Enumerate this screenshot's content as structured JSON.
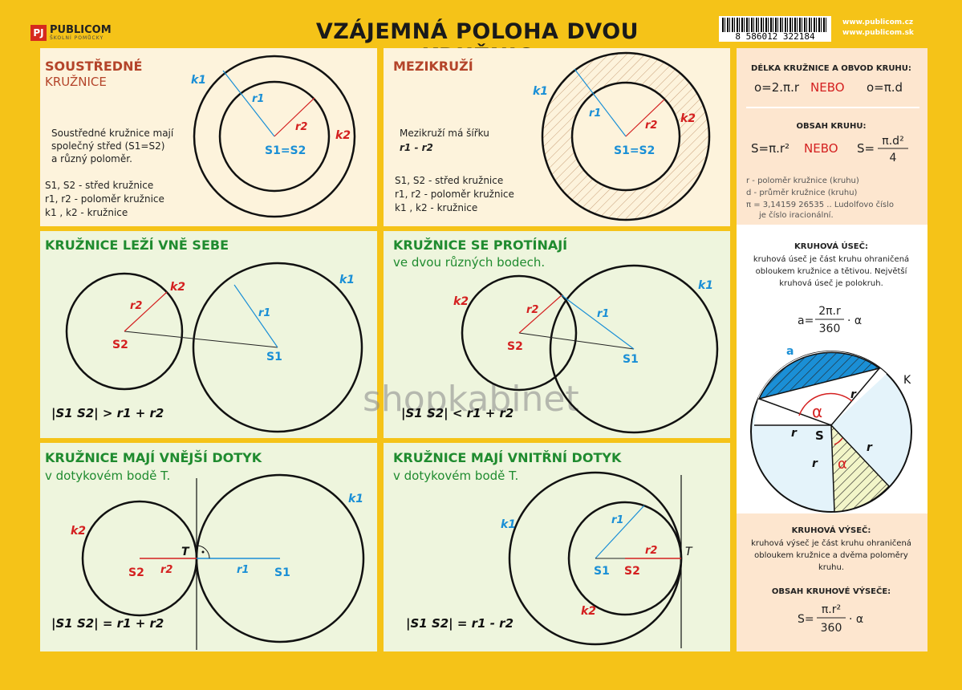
{
  "header": {
    "logo_mark": "PJ",
    "logo_name": "PUBLICOM",
    "logo_sub": "ŠKOLNÍ POMŮCKY",
    "title": "VZÁJEMNÁ POLOHA DVOU KRUŽNIC",
    "barcode": "8 586012 322184",
    "url1": "www.publicom.cz",
    "url2": "www.publicom.sk"
  },
  "soustredne": {
    "title1": "SOUSTŘEDNÉ",
    "title2": "KRUŽNICE",
    "desc1": "Soustředné kružnice mají",
    "desc2": "společný střed (S1=S2)",
    "desc3": "a různý poloměr.",
    "leg1": "S1, S2 - střed kružnice",
    "leg2": "r1, r2 - poloměr kružnice",
    "leg3": "k1 , k2 - kružnice",
    "k1": "k1",
    "k2": "k2",
    "r1": "r1",
    "r2": "r2",
    "center": "S1=S2"
  },
  "mezikruzi": {
    "title": "MEZIKRUŽÍ",
    "desc1": "Mezikruží má šířku",
    "desc2": "r1 - r2",
    "leg1": "S1, S2 - střed kružnice",
    "leg2": "r1, r2 - poloměr kružnice",
    "leg3": "k1 , k2 - kružnice",
    "k1": "k1",
    "k2": "k2",
    "r1": "r1",
    "r2": "r2",
    "center": "S1=S2"
  },
  "vne": {
    "title": "KRUŽNICE LEŽÍ VNĚ SEBE",
    "formula": "|S1 S2| > r1 + r2",
    "k1": "k1",
    "k2": "k2",
    "r1": "r1",
    "r2": "r2",
    "s1": "S1",
    "s2": "S2"
  },
  "protinaji": {
    "title": "KRUŽNICE SE PROTÍNAJÍ",
    "subtitle": "ve dvou různých bodech.",
    "formula": "|S1 S2| < r1 + r2",
    "k1": "k1",
    "k2": "k2",
    "r1": "r1",
    "r2": "r2",
    "s1": "S1",
    "s2": "S2"
  },
  "vnejsi": {
    "title": "KRUŽNICE MAJÍ VNĚJŠÍ DOTYK",
    "subtitle": "v dotykovém bodě T.",
    "formula": "|S1 S2| = r1 + r2",
    "k1": "k1",
    "k2": "k2",
    "r1": "r1",
    "r2": "r2",
    "s1": "S1",
    "s2": "S2",
    "t": "T"
  },
  "vnitrni": {
    "title": "KRUŽNICE MAJÍ VNITŘNÍ DOTYK",
    "subtitle": "v dotykovém bodě T.",
    "formula": "|S1 S2| = r1 - r2",
    "k1": "k1",
    "k2": "k2",
    "r1": "r1",
    "r2": "r2",
    "s1": "S1",
    "s2": "S2",
    "t": "T"
  },
  "right": {
    "delka_title": "DÉLKA KRUŽNICE A OBVOD KRUHU:",
    "delka_f1": "o=2.π.r",
    "nebo": "NEBO",
    "delka_f2": "o=π.d",
    "obsah_title": "OBSAH KRUHU:",
    "obsah_f1": "S=π.r²",
    "obsah_f2_left": "S=",
    "obsah_f2_num": "π.d²",
    "obsah_f2_den": "4",
    "leg_r": "r - poloměr kružnice (kruhu)",
    "leg_d": "d - průměr kružnice (kruhu)",
    "leg_pi": "π = 3,14159 26535 .. Ludolfovo číslo",
    "leg_pi2": "je číslo iracionální.",
    "usec_title": "KRUHOVÁ ÚSEČ:",
    "usec_text1": "kruhová úseč je část kruhu ohraničená",
    "usec_text2": "obloukem kružnice a tětivou. Největší",
    "usec_text3": "kruhová úseč je polokruh.",
    "usec_f_left": "a=",
    "usec_f_num": "2π.r",
    "usec_f_den": "360",
    "usec_f_right": "· α",
    "fig_a": "a",
    "fig_k": "K",
    "fig_r": "r",
    "fig_s": "S",
    "fig_alpha": "α",
    "vysec_title": "KRUHOVÁ VÝSEČ:",
    "vysec_text1": "kruhová výseč je část kruhu ohraničená",
    "vysec_text2": "obloukem kružnice a dvěma poloměry",
    "vysec_text3": "kruhu.",
    "obsah_vysec_title": "OBSAH KRUHOVÉ VÝSEČE:",
    "vysec_f_left": "S=",
    "vysec_f_num": "π.r²",
    "vysec_f_den": "360",
    "vysec_f_right": "· α"
  },
  "watermark": {
    "a": "shop",
    "b": "kabinet"
  },
  "colors": {
    "blue": "#1a8fd6",
    "red": "#d42020",
    "green": "#1f8b2f",
    "brown": "#b4442a"
  }
}
